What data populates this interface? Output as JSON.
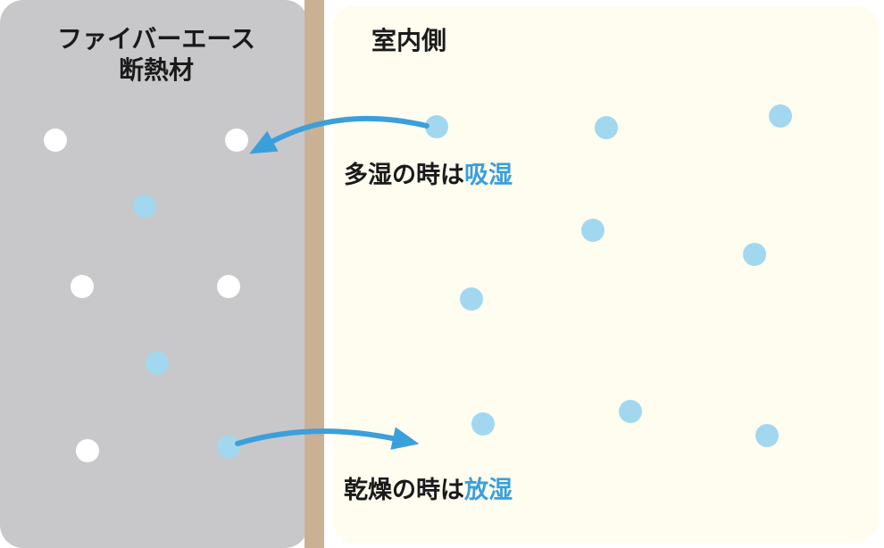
{
  "insulation": {
    "name_line1": "ファイバーエース",
    "name_line2": "断熱材"
  },
  "interior": {
    "label": "室内側"
  },
  "humid": {
    "prefix": "多湿の時は",
    "accent": "吸湿"
  },
  "dry": {
    "prefix": "乾燥の時は",
    "accent": "放湿"
  },
  "colors": {
    "insulation_bg": "#c8c8ca",
    "wall": "#cbb193",
    "interior_bg": "#fefdf0",
    "moisture": "#a2d8ef",
    "air": "#ffffff",
    "arrow": "#3b9fdc",
    "accent_text": "#3b9fdc"
  }
}
